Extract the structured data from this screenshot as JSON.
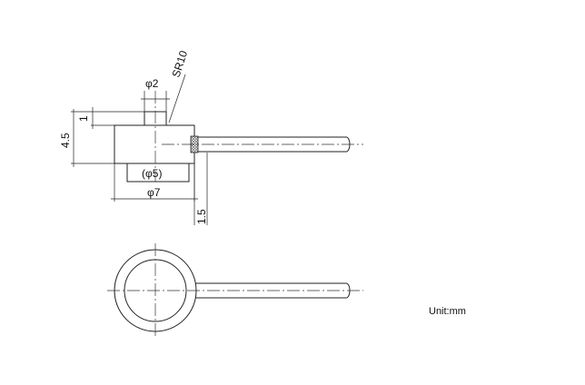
{
  "dimensions": {
    "top_pin_diameter": "φ2",
    "spherical_radius": "SR10",
    "pin_height": "1",
    "total_height": "4.5",
    "bottom_recess_diameter": "(φ5)",
    "body_diameter": "φ7",
    "cable_offset": "1.5"
  },
  "unit_label": "Unit:mm",
  "colors": {
    "line": "#222222",
    "background": "#ffffff"
  }
}
